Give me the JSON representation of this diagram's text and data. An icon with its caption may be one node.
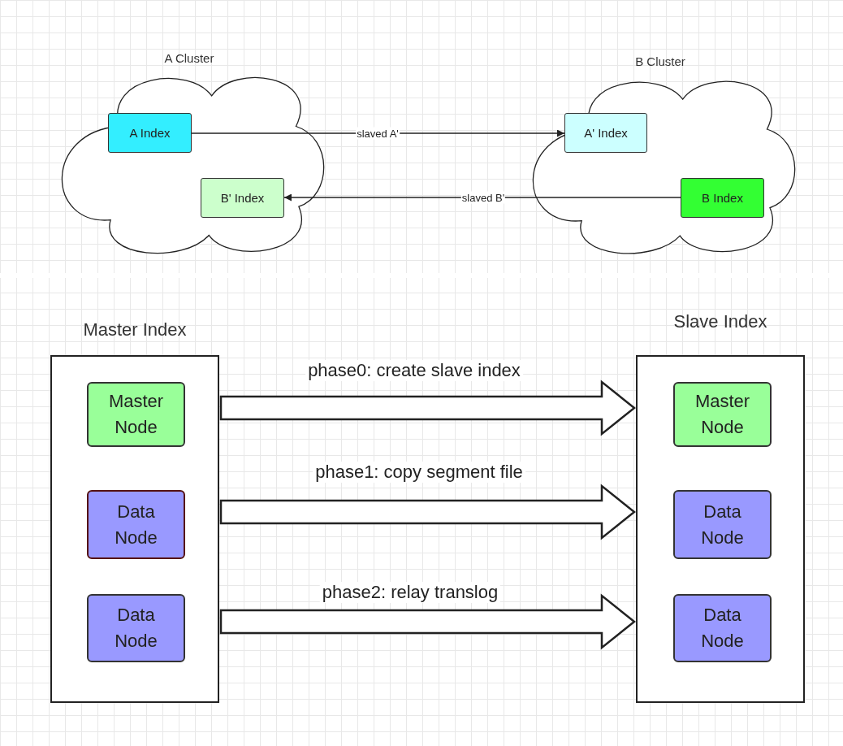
{
  "diagram": {
    "nodes": [
      {
        "text": [
          "A Cluster"
        ]
      },
      {
        "text": [
          "A Index"
        ],
        "in": 0
      },
      {
        "text": [
          "B' Index"
        ],
        "in": 0
      },
      {
        "text": [
          "B Cluster"
        ]
      },
      {
        "text": [
          "A' Index"
        ],
        "in": 3
      },
      {
        "text": [
          "B Index"
        ],
        "in": 3
      },
      {
        "text": [
          "Master Index"
        ]
      },
      {
        "text": [
          "Master Node"
        ],
        "in": 6
      },
      {
        "text": [
          "Data Node"
        ],
        "in": 6
      },
      {
        "text": [
          "Data Node"
        ],
        "in": 6
      },
      {
        "text": [
          "Slave Index"
        ]
      },
      {
        "text": [
          "Master Node"
        ],
        "in": 10
      },
      {
        "text": [
          "Data Node"
        ],
        "in": 10
      },
      {
        "text": [
          "Data Node"
        ],
        "in": 10
      }
    ],
    "edges": [
      {
        "from": 1,
        "to": 4,
        "arrow": "to",
        "label": "slaved A'"
      },
      {
        "from": 5,
        "to": 2,
        "arrow": "to",
        "label": "slaved B'"
      },
      {
        "from": 6,
        "to": 10,
        "arrow": "to",
        "label": "phase0: create slave index",
        "style": "thick"
      },
      {
        "from": 6,
        "to": 10,
        "arrow": "to",
        "label": "phase1: copy segment file",
        "style": "thick"
      },
      {
        "from": 6,
        "to": 10,
        "arrow": "to",
        "label": "phase2: relay translog",
        "style": "thick"
      }
    ]
  }
}
